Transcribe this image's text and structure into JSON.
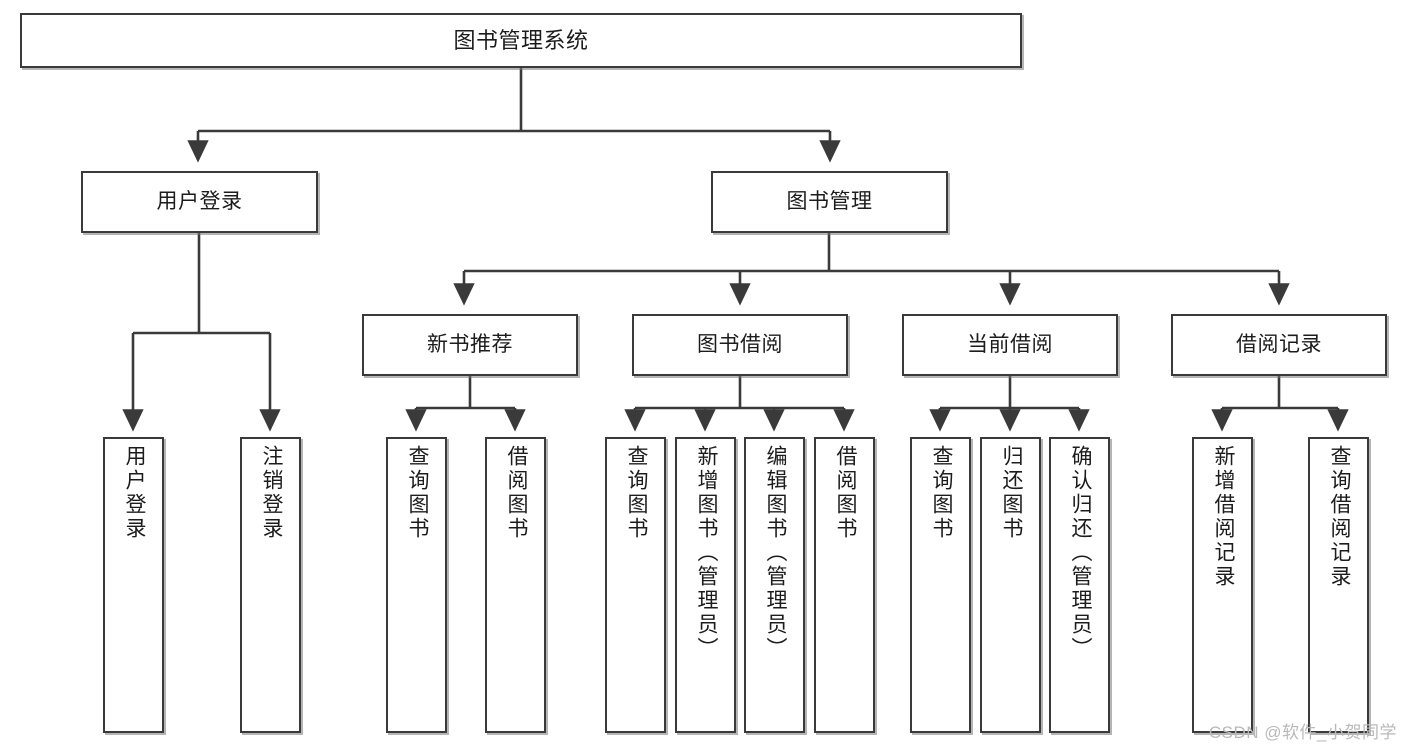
{
  "diagram": {
    "title": "图书管理系统",
    "type": "tree-hierarchy-chart",
    "watermark": "CSDN @软件_小贺同学",
    "colors": {
      "box_border": "#3a3a3a",
      "box_fill": "#ffffff",
      "edge": "#3a3a3a",
      "text": "#1c1c1c",
      "watermark": "#b9b9b9",
      "background": "#ffffff"
    },
    "root": {
      "label": "图书管理系统"
    },
    "level2": [
      {
        "id": "user-login",
        "label": "用户登录"
      },
      {
        "id": "book-management",
        "label": "图书管理"
      }
    ],
    "level3": [
      {
        "id": "new-book-recommend",
        "label": "新书推荐"
      },
      {
        "id": "book-borrow",
        "label": "图书借阅"
      },
      {
        "id": "current-borrow",
        "label": "当前借阅"
      },
      {
        "id": "borrow-record",
        "label": "借阅记录"
      }
    ],
    "leaves": {
      "user_login": [
        {
          "id": "leaf-user-login",
          "label": "用户登录"
        },
        {
          "id": "leaf-logout-login",
          "label": "注销登录"
        }
      ],
      "new_book_recommend": [
        {
          "id": "leaf-query-book-1",
          "label": "查询图书"
        },
        {
          "id": "leaf-borrow-book-1",
          "label": "借阅图书"
        }
      ],
      "book_borrow": [
        {
          "id": "leaf-query-book-2",
          "label": "查询图书"
        },
        {
          "id": "leaf-add-book",
          "label": "新增图书（管理员）"
        },
        {
          "id": "leaf-edit-book",
          "label": "编辑图书（管理员）"
        },
        {
          "id": "leaf-borrow-book-2",
          "label": "借阅图书"
        }
      ],
      "current_borrow": [
        {
          "id": "leaf-query-book-3",
          "label": "查询图书"
        },
        {
          "id": "leaf-return-book",
          "label": "归还图书"
        },
        {
          "id": "leaf-confirm-return",
          "label": "确认归还（管理员）"
        }
      ],
      "borrow_record": [
        {
          "id": "leaf-add-borrow-record",
          "label": "新增借阅记录"
        },
        {
          "id": "leaf-query-borrow-record",
          "label": "查询借阅记录"
        }
      ]
    }
  }
}
